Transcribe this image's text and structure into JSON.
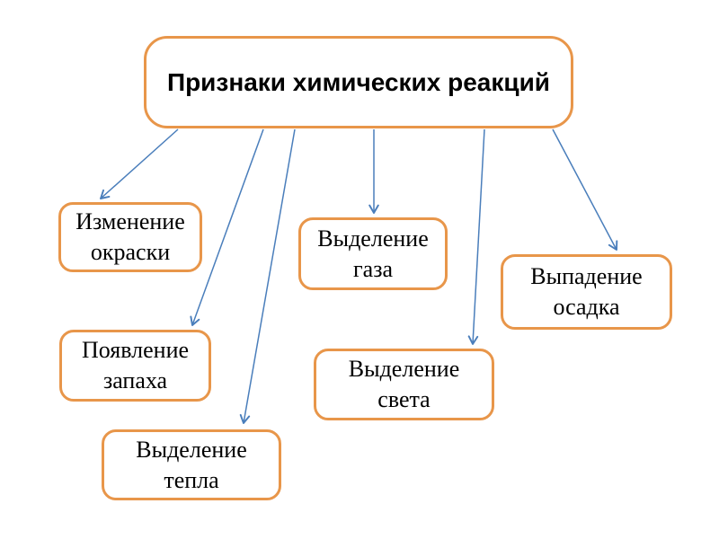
{
  "diagram": {
    "title": "Признаки химических реакций",
    "nodes": [
      {
        "label": "Изменение окраски",
        "line1": "Изменение",
        "line2": "окраски"
      },
      {
        "label": "Появление запаха",
        "line1": "Появление",
        "line2": "запаха"
      },
      {
        "label": "Выделение тепла",
        "line1": "Выделение",
        "line2": "тепла"
      },
      {
        "label": "Выделение газа",
        "line1": "Выделение",
        "line2": "газа"
      },
      {
        "label": "Выделение света",
        "line1": "Выделение",
        "line2": "света"
      },
      {
        "label": "Выпадение осадка",
        "line1": "Выпадение",
        "line2": "осадка"
      }
    ],
    "colors": {
      "box_border": "#E8964A",
      "arrow": "#4A7EBB",
      "text": "#000000"
    }
  }
}
